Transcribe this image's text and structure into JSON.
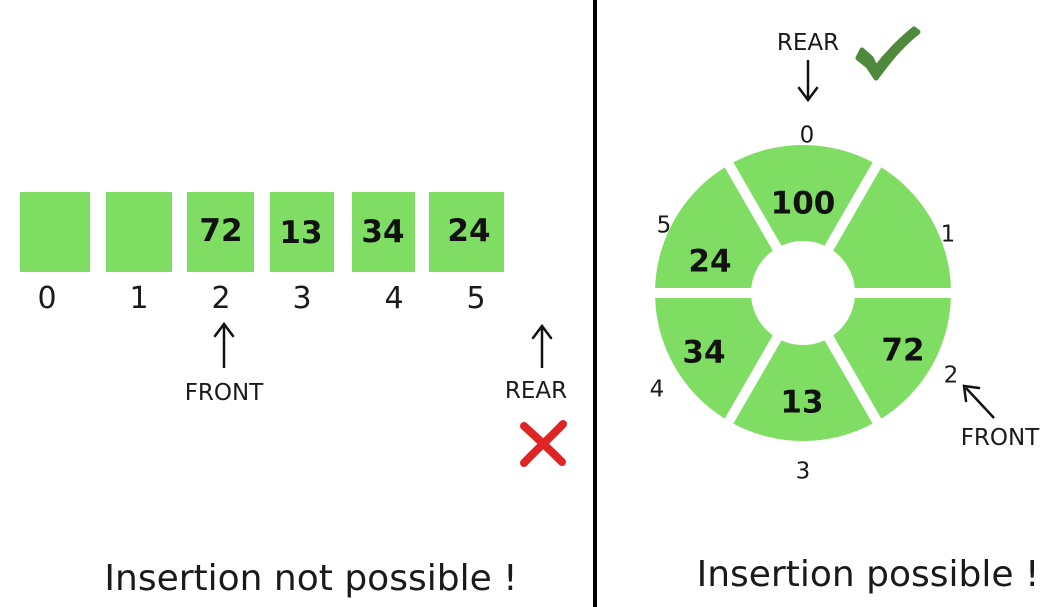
{
  "colors": {
    "cell_fill": "#7fdd63",
    "divider": "#000000",
    "arrow": "#111111",
    "cross": "#e02424",
    "check": "#4f8a3c"
  },
  "linear_queue": {
    "cells": [
      {
        "index": "0",
        "value": ""
      },
      {
        "index": "1",
        "value": ""
      },
      {
        "index": "2",
        "value": "72"
      },
      {
        "index": "3",
        "value": "13"
      },
      {
        "index": "4",
        "value": "34"
      },
      {
        "index": "5",
        "value": "24"
      }
    ],
    "front_label": "FRONT",
    "rear_label": "REAR",
    "status_icon": "cross-icon",
    "caption": "Insertion not possible !"
  },
  "circular_queue": {
    "segments": [
      {
        "index": "0",
        "value": "100"
      },
      {
        "index": "1",
        "value": ""
      },
      {
        "index": "2",
        "value": "72"
      },
      {
        "index": "3",
        "value": "13"
      },
      {
        "index": "4",
        "value": "34"
      },
      {
        "index": "5",
        "value": "24"
      }
    ],
    "rear_label": "REAR",
    "front_label": "FRONT",
    "status_icon": "checkmark-icon",
    "caption": "Insertion possible !"
  }
}
